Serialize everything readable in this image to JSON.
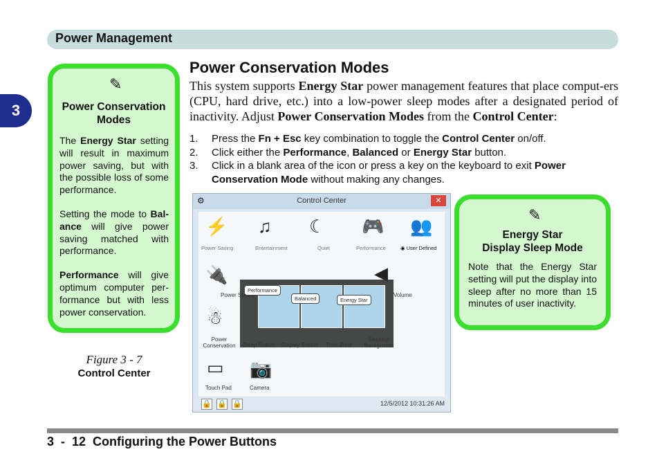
{
  "header": {
    "title": "Power Management"
  },
  "chapter": {
    "number": "3"
  },
  "left_note": {
    "icon": "pencil-icon",
    "title_line1": "Power Conservation",
    "title_line2": "Modes",
    "para1_pre": "The ",
    "para1_bold": "Energy Star",
    "para1_post": " setting will result in maximum power saving, but with the possible loss of some performance.",
    "para2_pre": "Setting the mode to ",
    "para2_bold": "Bal-ance",
    "para2_post": " will give power saving matched with performance.",
    "para3_bold": "Performance",
    "para3_post": " will give optimum computer per-formance but with less power conservation."
  },
  "figure": {
    "caption": "Figure 3 - 7",
    "name": "Control Center"
  },
  "main": {
    "section_title": "Power Conservation Modes",
    "intro_1": "This system supports ",
    "intro_bold1": "Energy Star",
    "intro_2": " power management features that place comput-ers (CPU, hard drive, etc.) into a low-power sleep modes after a designated period of inactivity. Adjust ",
    "intro_bold2": "Power Conservation Modes",
    "intro_3": " from the ",
    "intro_bold3": "Control Center",
    "intro_4": ":",
    "steps": [
      {
        "num": "1.",
        "t1": "Press the ",
        "b1": "Fn + Esc",
        "t2": " key combination to toggle the ",
        "b2": "Control Center",
        "t3": " on/off."
      },
      {
        "num": "2.",
        "t1": "Click either the ",
        "b1": "Performance",
        "t2": ", ",
        "b2": "Balanced",
        "t3": " or ",
        "b3": "Energy Star",
        "t4": " button."
      },
      {
        "num": "3.",
        "t1": "Click in a blank area of the icon or press a key on the keyboard to exit ",
        "b1": "Power Conservation Mode",
        "t2": " without making any changes."
      }
    ]
  },
  "right_note": {
    "icon": "pencil-icon",
    "title_line1": "Energy Star",
    "title_line2": "Display Sleep Mode",
    "body": "Note that the Energy Star setting will put the display into sleep after no more than 15 minutes of user inactivity."
  },
  "control_center": {
    "title": "Control Center",
    "close": "✕",
    "modes": [
      "Power Saving",
      "Entertainment",
      "Quiet",
      "Performance",
      "User Defined"
    ],
    "row2_labels": [
      "Power Status",
      "Volume"
    ],
    "row3_labels": [
      "Power Conservation",
      "Sleep Button",
      "Display Switch",
      "Time Zone",
      "Desktop Background"
    ],
    "row4_labels": [
      "Touch Pad",
      "Camera"
    ],
    "popup_buttons": [
      "Performance",
      "Balanced",
      "Energy Star"
    ],
    "datetime": "12/5/2012 10:31:26 AM"
  },
  "footer": {
    "text": "3  -  12  Configuring the Power Buttons"
  }
}
